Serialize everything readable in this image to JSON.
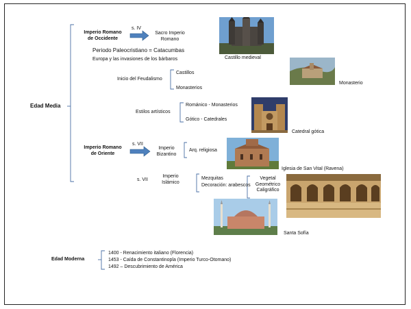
{
  "edad_media": {
    "label": "Edad Media",
    "occidente": {
      "label": "Imperio Romano de Occidente",
      "label_line1": "Imperio Romano",
      "label_line2": "de Occidente",
      "century": "s. IV",
      "sacro_line1": "Sacro Imperio",
      "sacro_line2": "Romano",
      "paleo": "Periodo Paleocristiano = Catacumbas",
      "europa": "Europa y las invasiones de los bárbaros",
      "feudalismo": "Inicio del Feudalismo",
      "feudal_items": [
        "Castillos",
        "Monasterios"
      ],
      "estilos": "Estilos artísticos",
      "estilo_items": [
        "Románico - Monasterios",
        "Gótico - Catedrales"
      ]
    },
    "oriente": {
      "label_line1": "Imperio Romano",
      "label_line2": "de Oriente",
      "century": "s. VII",
      "bizantino_line1": "Imperio",
      "bizantino_line2": "Bizantino",
      "arq": "Arq. religiosa",
      "islam_century": "s. VII",
      "islamico_line1": "Imperio",
      "islamico_line2": "Islámico",
      "mezquitas": "Mezquitas",
      "decoracion": "Decoración: arabescos",
      "deco_items": [
        "Vegetal",
        "Geométrico",
        "Caligráfico"
      ]
    }
  },
  "captions": {
    "castillo": "Castillo medieval",
    "monasterio": "Monasterio",
    "catedral": "Catedral gótica",
    "vital": "Iglesia de San Vital (Ravena)",
    "sofia": "Santa Sofía"
  },
  "edad_moderna": {
    "label": "Edad Moderna",
    "events": [
      "1400 - Renacimiento italiano (Florencia)",
      "1453 - Caída de Constantinopla (Imperio Turco-Otomano)",
      "1492 – Descubrimiento de América"
    ]
  },
  "colors": {
    "bracket": "#4a6fa5",
    "arrow": "#4f81bd",
    "arrow_edge": "#2e5c8a"
  }
}
